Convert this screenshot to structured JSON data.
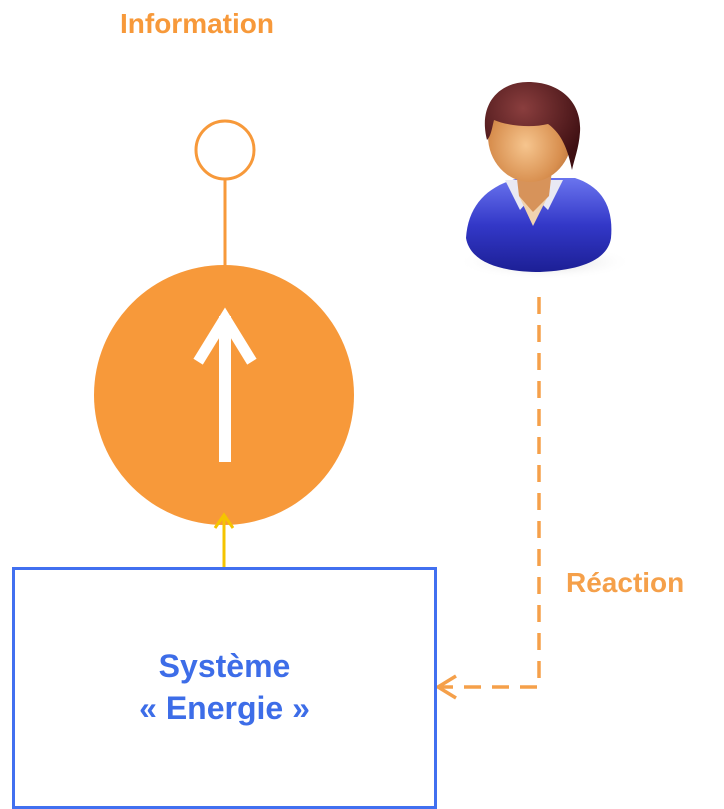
{
  "colors": {
    "accent_orange": "#f7993a",
    "dashed_orange": "#f5a04a",
    "connector_yellow": "#f5c400",
    "system_blue": "#3d6de8"
  },
  "information_node": {
    "label": "Information",
    "icon": "arrow-up-icon"
  },
  "system": {
    "line1": "Système",
    "line2": "« Energie »"
  },
  "actor": {
    "icon": "user-avatar-icon"
  },
  "reaction": {
    "label": "Réaction"
  }
}
